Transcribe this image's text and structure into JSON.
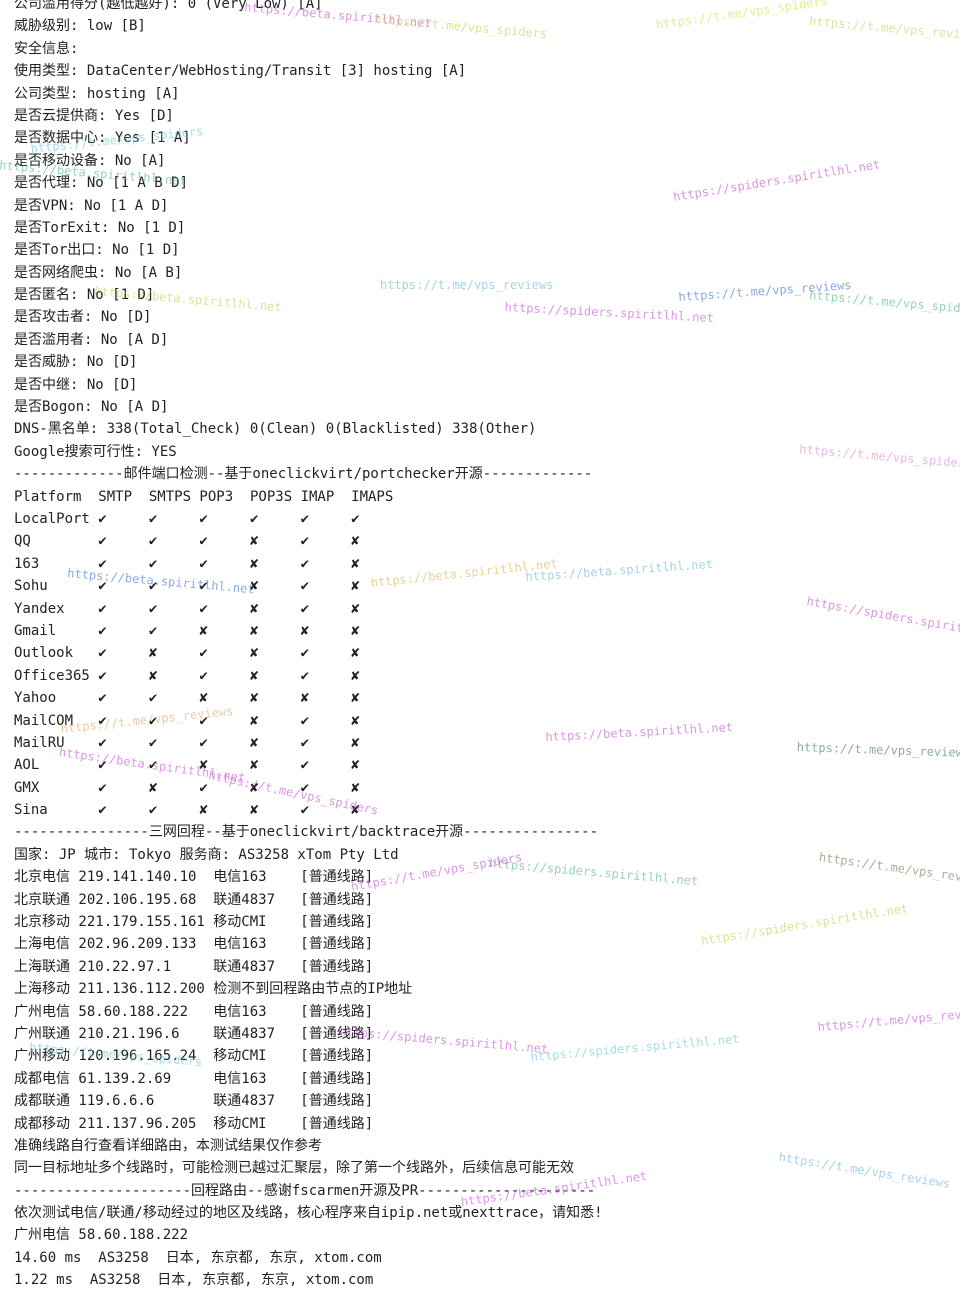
{
  "terminal": {
    "lines": [
      "公司滥用得分(越低越好): 0 (Very Low) [A]",
      "威胁级别: low [B]",
      "安全信息:",
      "使用类型: DataCenter/WebHosting/Transit [3] hosting [A]",
      "公司类型: hosting [A]",
      "是否云提供商: Yes [D]",
      "是否数据中心: Yes [1 A]",
      "是否移动设备: No [A]",
      "是否代理: No [1 A B D]",
      "是否VPN: No [1 A D]",
      "是否TorExit: No [1 D]",
      "是否Tor出口: No [1 D]",
      "是否网络爬虫: No [A B]",
      "是否匿名: No [1 D]",
      "是否攻击者: No [D]",
      "是否滥用者: No [A D]",
      "是否威胁: No [D]",
      "是否中继: No [D]",
      "是否Bogon: No [A D]",
      "DNS-黑名单: 338(Total_Check) 0(Clean) 0(Blacklisted) 338(Other)",
      "Google搜索可行性: YES",
      "-------------邮件端口检测--基于oneclickvirt/portchecker开源-------------",
      "Platform  SMTP  SMTPS POP3  POP3S IMAP  IMAPS",
      "LocalPort ✔     ✔     ✔     ✔     ✔     ✔",
      "QQ        ✔     ✔     ✔     ✘     ✔     ✘",
      "163       ✔     ✔     ✔     ✘     ✔     ✘",
      "Sohu      ✔     ✔     ✔     ✘     ✔     ✘",
      "Yandex    ✔     ✔     ✔     ✘     ✔     ✘",
      "Gmail     ✔     ✔     ✘     ✘     ✘     ✘",
      "Outlook   ✔     ✘     ✔     ✘     ✔     ✘",
      "Office365 ✔     ✘     ✔     ✘     ✔     ✘",
      "Yahoo     ✔     ✔     ✘     ✘     ✘     ✘",
      "MailCOM   ✔     ✔     ✔     ✘     ✔     ✘",
      "MailRU    ✔     ✔     ✔     ✘     ✔     ✘",
      "AOL       ✔     ✔     ✘     ✘     ✔     ✘",
      "GMX       ✔     ✘     ✔     ✘     ✔     ✘",
      "Sina      ✔     ✔     ✘     ✘     ✔     ✘",
      "----------------三网回程--基于oneclickvirt/backtrace开源----------------",
      "国家: JP 城市: Tokyo 服务商: AS3258 xTom Pty Ltd",
      "北京电信 219.141.140.10  电信163    [普通线路]",
      "北京联通 202.106.195.68  联通4837   [普通线路]",
      "北京移动 221.179.155.161 移动CMI    [普通线路]",
      "上海电信 202.96.209.133  电信163    [普通线路]",
      "上海联通 210.22.97.1     联通4837   [普通线路]",
      "上海移动 211.136.112.200 检测不到回程路由节点的IP地址",
      "广州电信 58.60.188.222   电信163    [普通线路]",
      "广州联通 210.21.196.6    联通4837   [普通线路]",
      "广州移动 120.196.165.24  移动CMI    [普通线路]",
      "成都电信 61.139.2.69     电信163    [普通线路]",
      "成都联通 119.6.6.6       联通4837   [普通线路]",
      "成都移动 211.137.96.205  移动CMI    [普通线路]",
      "准确线路自行查看详细路由，本测试结果仅作参考",
      "同一目标地址多个线路时，可能检测已越过汇聚层，除了第一个线路外，后续信息可能无效",
      "---------------------回程路由--感谢fscarmen开源及PR---------------------",
      "依次测试电信/联通/移动经过的地区及线路，核心程序来自ipip.net或nexttrace，请知悉!",
      "广州电信 58.60.188.222",
      "14.60 ms  AS3258  日本, 东京都, 东京, xtom.com",
      "1.22 ms  AS3258  日本, 东京都, 东京, xtom.com"
    ]
  },
  "watermarks": [
    {
      "text": "https://beta.spiritlhl.net",
      "color": "#c040d0"
    },
    {
      "text": "https://t.me/vps_spiders",
      "color": "#c8c840"
    },
    {
      "text": "https://t.me/vps_spiders",
      "color": "#d8d840"
    },
    {
      "text": "https://t.me/vps_reviews",
      "color": "#c8c850"
    },
    {
      "text": "https://t.me/vps_spiders",
      "color": "#60c0d0"
    },
    {
      "text": "https://beta.spiritlhl.net",
      "color": "#40b070"
    },
    {
      "text": "https://spiders.spiritlhl.net",
      "color": "#c040d0"
    },
    {
      "text": "https://beta.spiritlhl.net",
      "color": "#c8c840"
    },
    {
      "text": "https://spiders.spiritlhl.net",
      "color": "#c040d0"
    },
    {
      "text": "https://t.me/vps_reviews",
      "color": "#3060d0"
    },
    {
      "text": "https://t.me/vps_spiders",
      "color": "#40b070"
    },
    {
      "text": "https://t.me/vps_reviews",
      "color": "#60b0d0"
    },
    {
      "text": "https://t.me/vps_spiders",
      "color": "#d080d0"
    },
    {
      "text": "https://beta.spiritlhl.net",
      "color": "#3060d0"
    },
    {
      "text": "https://beta.spiritlhl.net",
      "color": "#d8b040"
    },
    {
      "text": "https://beta.spiritlhl.net",
      "color": "#60b0d0"
    },
    {
      "text": "https://spiders.spiritlhl.net",
      "color": "#c040d0"
    },
    {
      "text": "https://t.me/vps_reviews",
      "color": "#d8a060"
    },
    {
      "text": "https://beta.spiritlhl.net",
      "color": "#c040d0"
    },
    {
      "text": "https://spiders.spiritlhl.net",
      "color": "#40b070"
    },
    {
      "text": "https://t.me/vps_reviews",
      "color": "#306060"
    },
    {
      "text": "https://t.me/vps_reviews",
      "color": "#806040"
    },
    {
      "text": "https://t.me/vps_spiders",
      "color": "#c040d0"
    },
    {
      "text": "https://spiders.spiritlhl.net",
      "color": "#c8c840"
    },
    {
      "text": "https://t.me/vps_spiders",
      "color": "#60c0d0"
    },
    {
      "text": "https://t.me/vps_reviews",
      "color": "#c040d0"
    },
    {
      "text": "https://spiders.spiritlhl.net",
      "color": "#c040d0"
    },
    {
      "text": "https://spiders.spiritlhl.net",
      "color": "#60c0d0"
    },
    {
      "text": "https://t.me/vps_reviews",
      "color": "#60b0d0"
    },
    {
      "text": "https://beta.spiritlhl.net",
      "color": "#c040d0"
    },
    {
      "text": "https://t.me/vps_spiders",
      "color": "#c040d0"
    },
    {
      "text": "https://beta.spiritlhl.net",
      "color": "#c040d0"
    }
  ]
}
